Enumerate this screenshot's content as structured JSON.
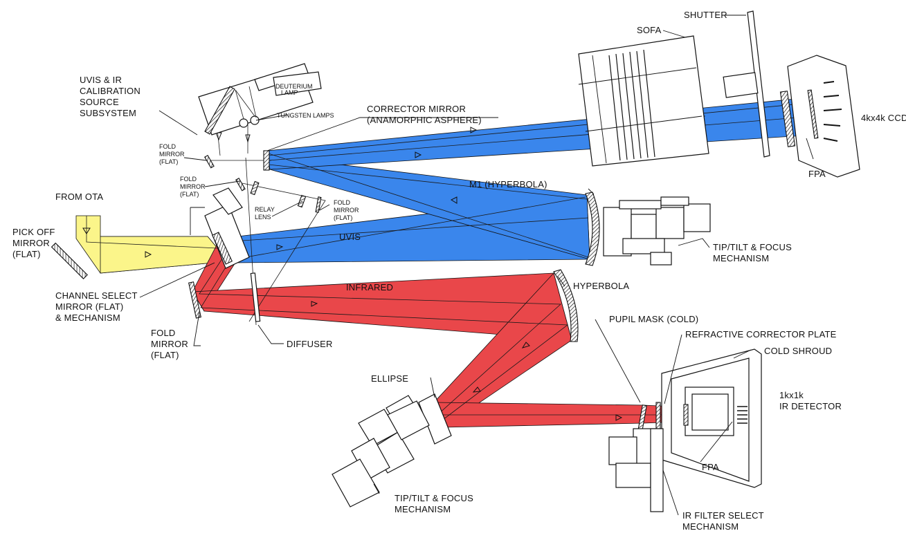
{
  "colors": {
    "uvis_beam": "#3a86ec",
    "ir_beam": "#e9474a",
    "ota_beam": "#fbf58a",
    "line": "#111111",
    "background": "#ffffff"
  },
  "labels": {
    "uvis_ir_cal_source": [
      "UVIS & IR",
      "CALIBRATION",
      "SOURCE",
      "SUBSYSTEM"
    ],
    "deuterium_lamp": [
      "DEUTERIUM",
      "LAMP"
    ],
    "tungsten_lamps": "TUNGSTEN LAMPS",
    "corrector_mirror": [
      "CORRECTOR MIRROR",
      "(ANAMORPHIC ASPHERE)"
    ],
    "sofa": "SOFA",
    "shutter": "SHUTTER",
    "ccd": "4kx4k CCD",
    "fpa_uvis": "FPA",
    "fold_mirror_1": [
      "FOLD",
      "MIRROR",
      "(FLAT)"
    ],
    "fold_mirror_2": [
      "FOLD",
      "MIRROR",
      "(FLAT)"
    ],
    "fold_mirror_3": [
      "FOLD",
      "MIRROR",
      "(FLAT)"
    ],
    "relay_lens": [
      "RELAY",
      "LENS"
    ],
    "m1": "M1 (HYPERBOLA)",
    "from_ota": "FROM OTA",
    "pick_off_mirror": [
      "PICK OFF",
      "MIRROR",
      "(FLAT)"
    ],
    "uvis": "UVIS",
    "tip_tilt_focus_uvis": [
      "TIP/TILT & FOCUS",
      "MECHANISM"
    ],
    "channel_select": [
      "CHANNEL SELECT",
      "MIRROR (FLAT)",
      "& MECHANISM"
    ],
    "infrared": "INFRARED",
    "hyperbola": "HYPERBOLA",
    "fold_mirror_ir": [
      "FOLD",
      "MIRROR",
      "(FLAT)"
    ],
    "diffuser": "DIFFUSER",
    "pupil_mask": "PUPIL MASK (COLD)",
    "refractive_corrector": "REFRACTIVE CORRECTOR PLATE",
    "cold_shroud": "COLD SHROUD",
    "ir_detector": [
      "1kx1k",
      "IR DETECTOR"
    ],
    "ellipse": "ELLIPSE",
    "fpa_ir": "FPA",
    "tip_tilt_focus_ir": [
      "TIP/TILT & FOCUS",
      "MECHANISM"
    ],
    "ir_filter_select": [
      "IR FILTER SELECT",
      "MECHANISM"
    ]
  }
}
